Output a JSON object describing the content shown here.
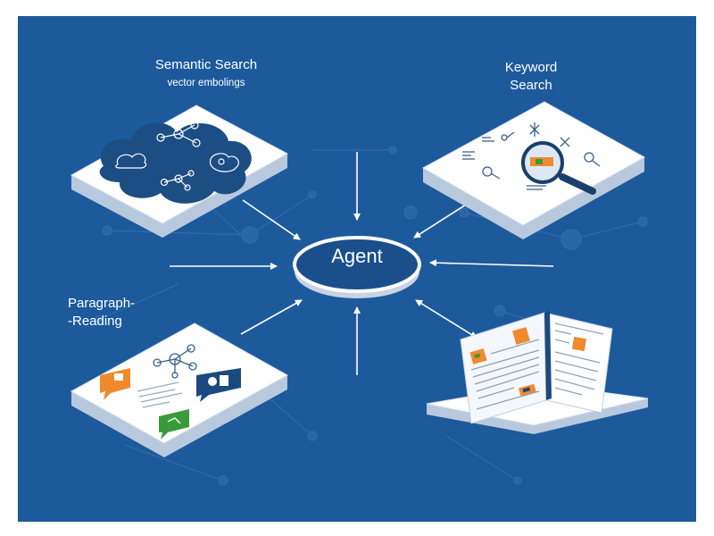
{
  "diagram": {
    "center": {
      "label": "Agent"
    },
    "nodes": {
      "semantic": {
        "title": "Semantic Search",
        "subtitle": "vector embolings"
      },
      "keyword": {
        "line1": "Keyword",
        "line2": "Search"
      },
      "paragraph": {
        "line1": "Paragraph-",
        "line2": "-Reading"
      }
    },
    "colors": {
      "background": "#1d5a9c",
      "card": "#ffffff",
      "card_edge": "#cdd8e6",
      "agent_fill": "#1a4f8c",
      "accent_orange": "#f08a2c",
      "accent_green": "#3a9a3a",
      "accent_navy": "#1b4a7e"
    },
    "icons": [
      "cloud-network-icon",
      "magnifier-icon",
      "open-book-icon",
      "chat-bubble-icon"
    ]
  }
}
